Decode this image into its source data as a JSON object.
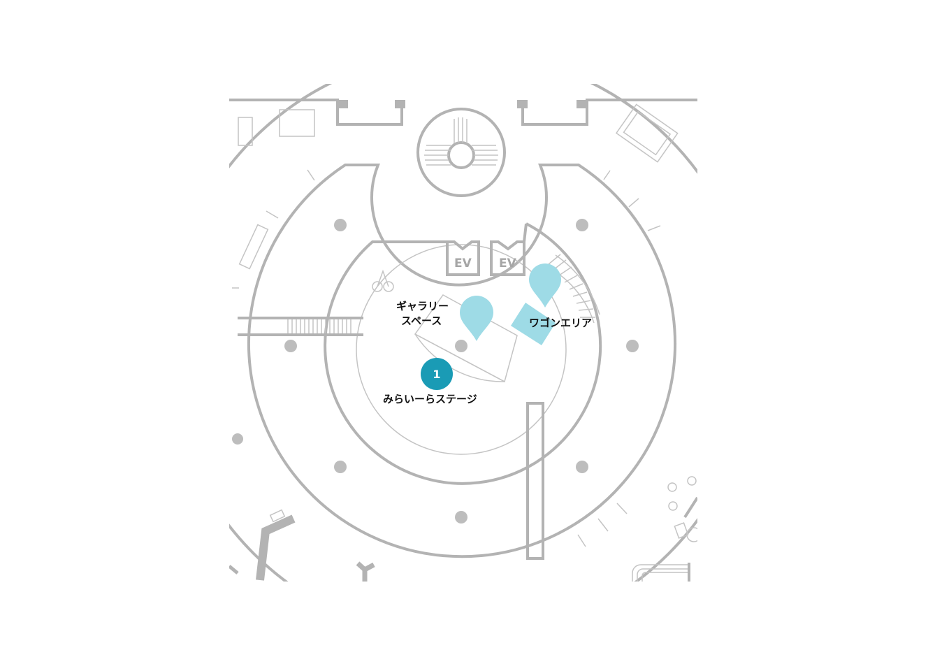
{
  "map": {
    "elevators": [
      {
        "label": "EV"
      },
      {
        "label": "EV"
      }
    ],
    "areas": {
      "gallery_line1": "ギャラリー",
      "gallery_line2": "スペース",
      "wagon": "ワゴンエリア"
    },
    "stage": {
      "number": "1",
      "name": "みらいーらステージ"
    },
    "colors": {
      "wall": "#b3b3b3",
      "pin": "#9edbe6",
      "badge": "#1a9bb5"
    }
  }
}
